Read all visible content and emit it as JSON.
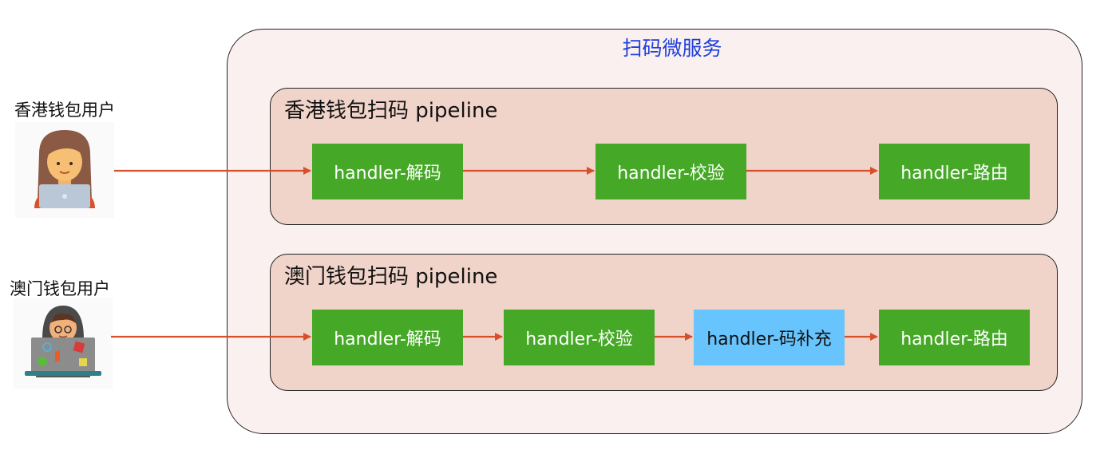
{
  "service": {
    "title": "扫码微服务"
  },
  "users": [
    {
      "label": "香港钱包用户",
      "icon": "woman-laptop-icon"
    },
    {
      "label": "澳门钱包用户",
      "icon": "developer-laptop-icon"
    }
  ],
  "pipelines": [
    {
      "title": "香港钱包扫码 pipeline",
      "handlers": [
        {
          "label": "handler-解码",
          "color": "#45a826"
        },
        {
          "label": "handler-校验",
          "color": "#45a826"
        },
        {
          "label": "handler-路由",
          "color": "#45a826"
        }
      ]
    },
    {
      "title": "澳门钱包扫码 pipeline",
      "handlers": [
        {
          "label": "handler-解码",
          "color": "#45a826"
        },
        {
          "label": "handler-校验",
          "color": "#45a826"
        },
        {
          "label": "handler-码补充",
          "color": "#67c4fd"
        },
        {
          "label": "handler-路由",
          "color": "#45a826"
        }
      ]
    }
  ],
  "colors": {
    "arrow": "#d6502c",
    "service_border": "#222222",
    "service_fill": "#faf0ef",
    "pipeline_fill": "#f0d3c9",
    "title": "#1f3fdc"
  }
}
